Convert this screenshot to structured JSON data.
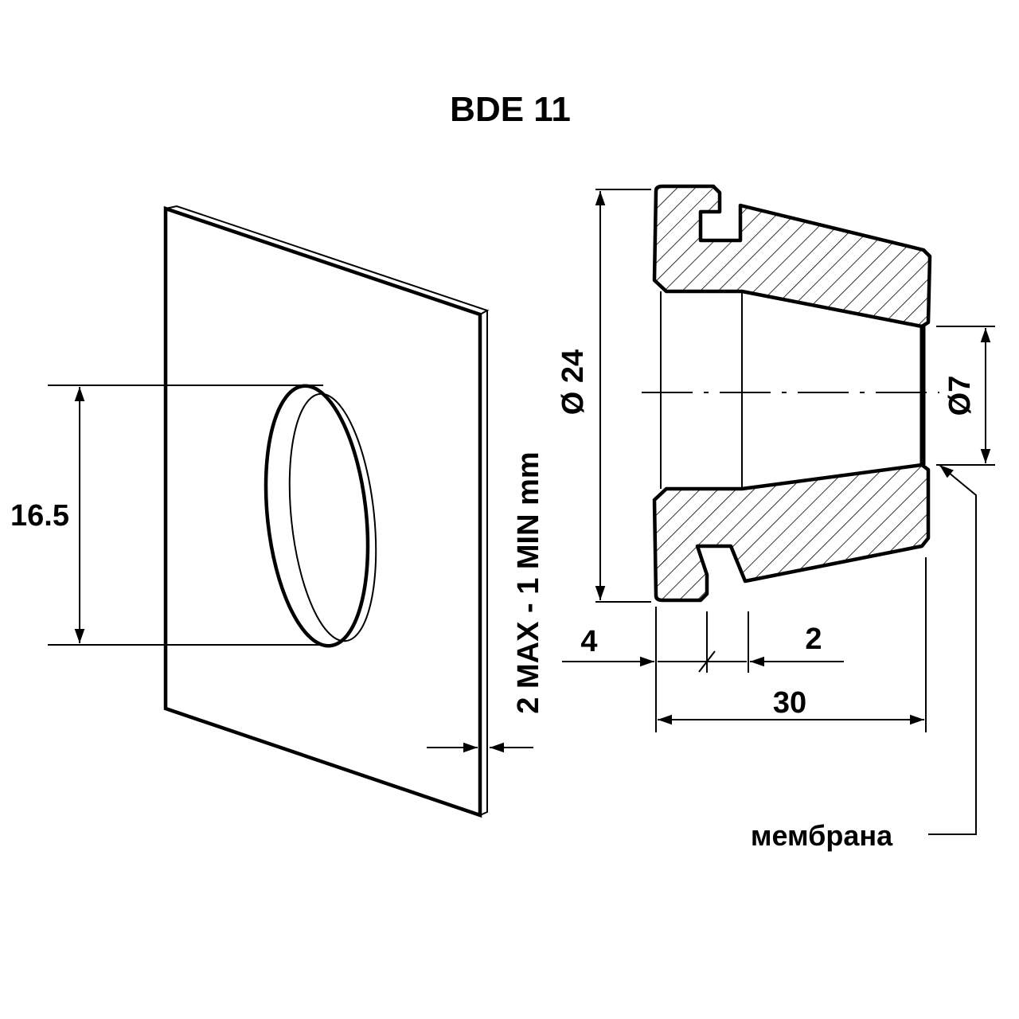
{
  "title": "BDE 11",
  "panel_cutout": {
    "hole_dimension": "16.5",
    "panel_thickness": "2 MAX - 1 MIN mm"
  },
  "grommet_section": {
    "outer_diameter": "Ø 24",
    "inner_diameter": "Ø7",
    "flange_width": "4",
    "groove_width": "2",
    "overall_length": "30",
    "membrane_label": "мембрана"
  }
}
